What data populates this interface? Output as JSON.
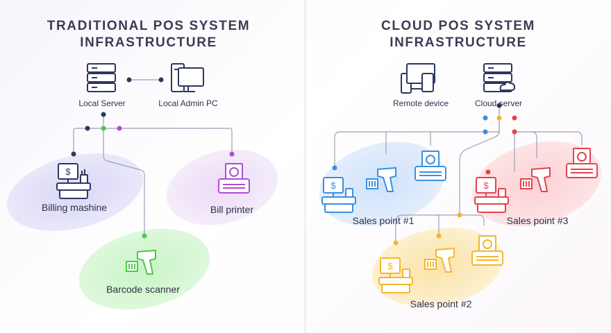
{
  "traditional": {
    "title_line1": "TRADITIONAL POS SYSTEM",
    "title_line2": "INFRASTRUCTURE",
    "nodes": {
      "local_server": "Local Server",
      "local_admin_pc": "Local Admin PC",
      "billing_machine": "Billing mashine",
      "bill_printer": "Bill printer",
      "barcode_scanner": "Barcode scanner"
    }
  },
  "cloud": {
    "title_line1": "CLOUD POS SYSTEM",
    "title_line2": "INFRASTRUCTURE",
    "nodes": {
      "remote_device": "Remote device",
      "cloud_server": "Cloud server"
    },
    "sales_points": [
      {
        "label": "Sales point #1",
        "color": "#3a8fe0"
      },
      {
        "label": "Sales point #2",
        "color": "#f3b62a"
      },
      {
        "label": "Sales point #3",
        "color": "#e2434f"
      }
    ]
  },
  "colors": {
    "navy": "#2e3560",
    "green": "#4cc94a",
    "purple": "#b04ad6",
    "blue": "#3a8fe0",
    "yellow": "#f3b62a",
    "red": "#e2434f",
    "line_gray": "#9aa0b4"
  }
}
